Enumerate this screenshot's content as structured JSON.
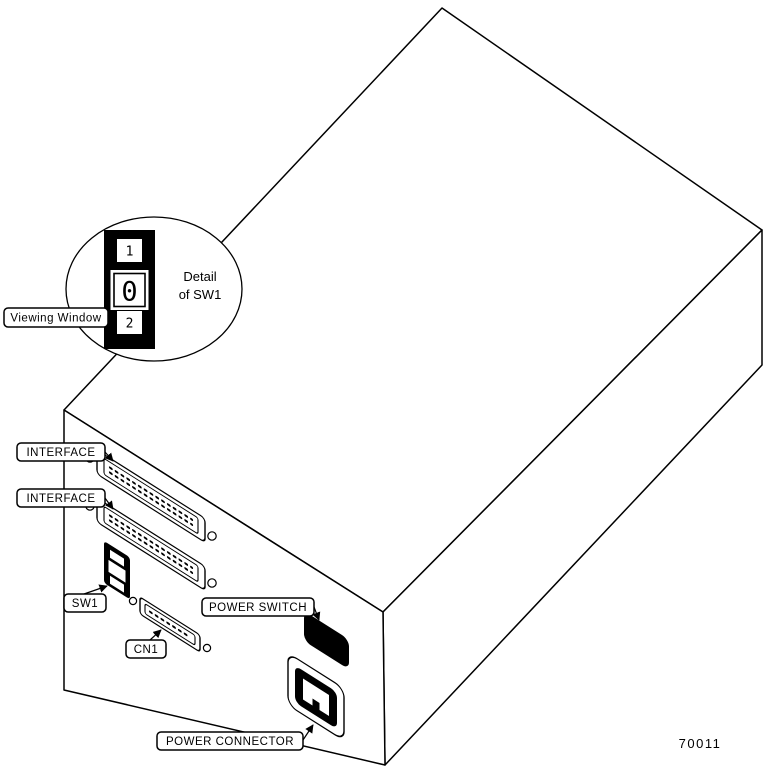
{
  "colors": {
    "ink": "#000000",
    "paper": "#ffffff"
  },
  "detail": {
    "viewing_window_label": "Viewing Window",
    "note_line1": "Detail",
    "note_line2": "of SW1",
    "window_top": "1",
    "window_middle": "0",
    "window_bottom": "2"
  },
  "callouts": {
    "interface_top": "INTERFACE",
    "interface_bottom": "INTERFACE",
    "sw1": "SW1",
    "cn1": "CN1",
    "power_switch": "POWER SWITCH",
    "power_connector": "POWER CONNECTOR"
  },
  "figure_number": "70011"
}
